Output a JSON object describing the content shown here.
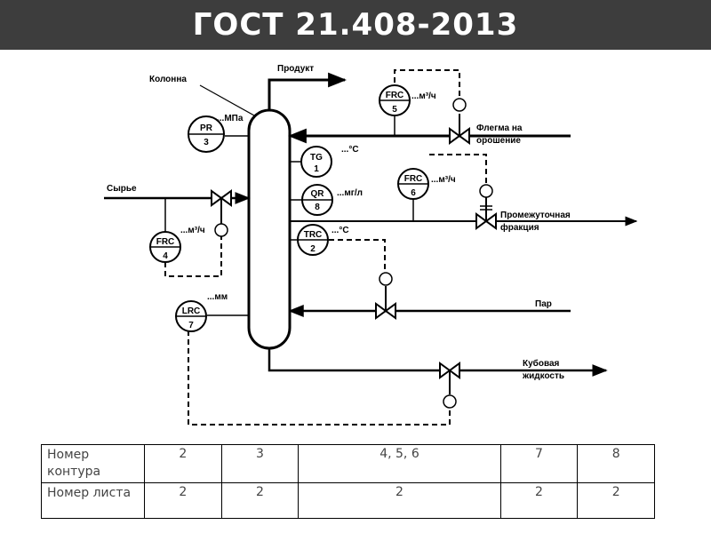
{
  "slide": {
    "title": "ГОСТ 21.408-2013"
  },
  "diagram": {
    "column_label": "Колонна",
    "product_label": "Продукт",
    "reflux_label_1": "Флегма на",
    "reflux_label_2": "орошение",
    "feed_label": "Сырье",
    "intermediate_label_1": "Промежуточная",
    "intermediate_label_2": "фракция",
    "steam_label": "Пар",
    "bottoms_label_1": "Кубовая",
    "bottoms_label_2": "жидкость",
    "instruments": [
      {
        "code": "PR",
        "num": "3",
        "unit": "...МПа"
      },
      {
        "code": "FRC",
        "num": "5",
        "unit": "...м³/ч"
      },
      {
        "code": "TG",
        "num": "1",
        "unit": "...°С"
      },
      {
        "code": "QR",
        "num": "8",
        "unit": "...мг/л"
      },
      {
        "code": "FRC",
        "num": "6",
        "unit": "...м³/ч"
      },
      {
        "code": "FRC",
        "num": "4",
        "unit": "...м³/ч"
      },
      {
        "code": "TRC",
        "num": "2",
        "unit": "...°С"
      },
      {
        "code": "LRC",
        "num": "7",
        "unit": "...мм"
      }
    ]
  },
  "table": {
    "rows": [
      {
        "head": "Номер контура",
        "values": [
          "2",
          "3",
          "4, 5, 6",
          "7",
          "8"
        ]
      },
      {
        "head": "Номер листа",
        "values": [
          "2",
          "2",
          "2",
          "2",
          "2"
        ]
      }
    ]
  }
}
